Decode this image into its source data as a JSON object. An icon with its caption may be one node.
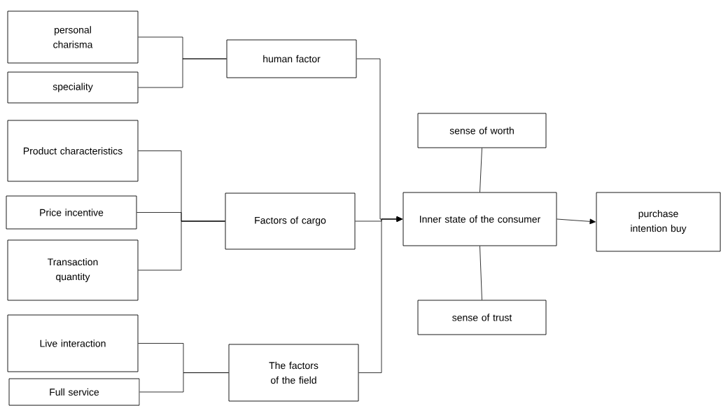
{
  "diagram": {
    "nodes": [
      {
        "text": [
          "personal charisma"
        ]
      },
      {
        "text": [
          "speciality"
        ]
      },
      {
        "text": [
          "human factor"
        ]
      },
      {
        "text": [
          "Product characteristics"
        ]
      },
      {
        "text": [
          "Price incentive"
        ]
      },
      {
        "text": [
          "Transaction quantity"
        ]
      },
      {
        "text": [
          "Factors of cargo"
        ]
      },
      {
        "text": [
          "Live interaction"
        ]
      },
      {
        "text": [
          "Full service"
        ]
      },
      {
        "text": [
          "The factors of the field"
        ]
      },
      {
        "text": [
          "sense of worth"
        ]
      },
      {
        "text": [
          "Inner state of the consumer"
        ]
      },
      {
        "text": [
          "sense of trust"
        ]
      },
      {
        "text": [
          "purchase intention buy"
        ]
      }
    ],
    "edges": [
      {
        "from": 0,
        "to": 2,
        "arrow": "none"
      },
      {
        "from": 1,
        "to": 2,
        "arrow": "none"
      },
      {
        "from": 3,
        "to": 6,
        "arrow": "none"
      },
      {
        "from": 4,
        "to": 6,
        "arrow": "none"
      },
      {
        "from": 5,
        "to": 6,
        "arrow": "none"
      },
      {
        "from": 7,
        "to": 9,
        "arrow": "none"
      },
      {
        "from": 8,
        "to": 9,
        "arrow": "none"
      },
      {
        "from": 2,
        "to": 11,
        "arrow": "to"
      },
      {
        "from": 6,
        "to": 11,
        "arrow": "to"
      },
      {
        "from": 9,
        "to": 11,
        "arrow": "to"
      },
      {
        "from": 10,
        "to": 11,
        "arrow": "none"
      },
      {
        "from": 11,
        "to": 12,
        "arrow": "none"
      },
      {
        "from": 11,
        "to": 13,
        "arrow": "to"
      }
    ]
  }
}
